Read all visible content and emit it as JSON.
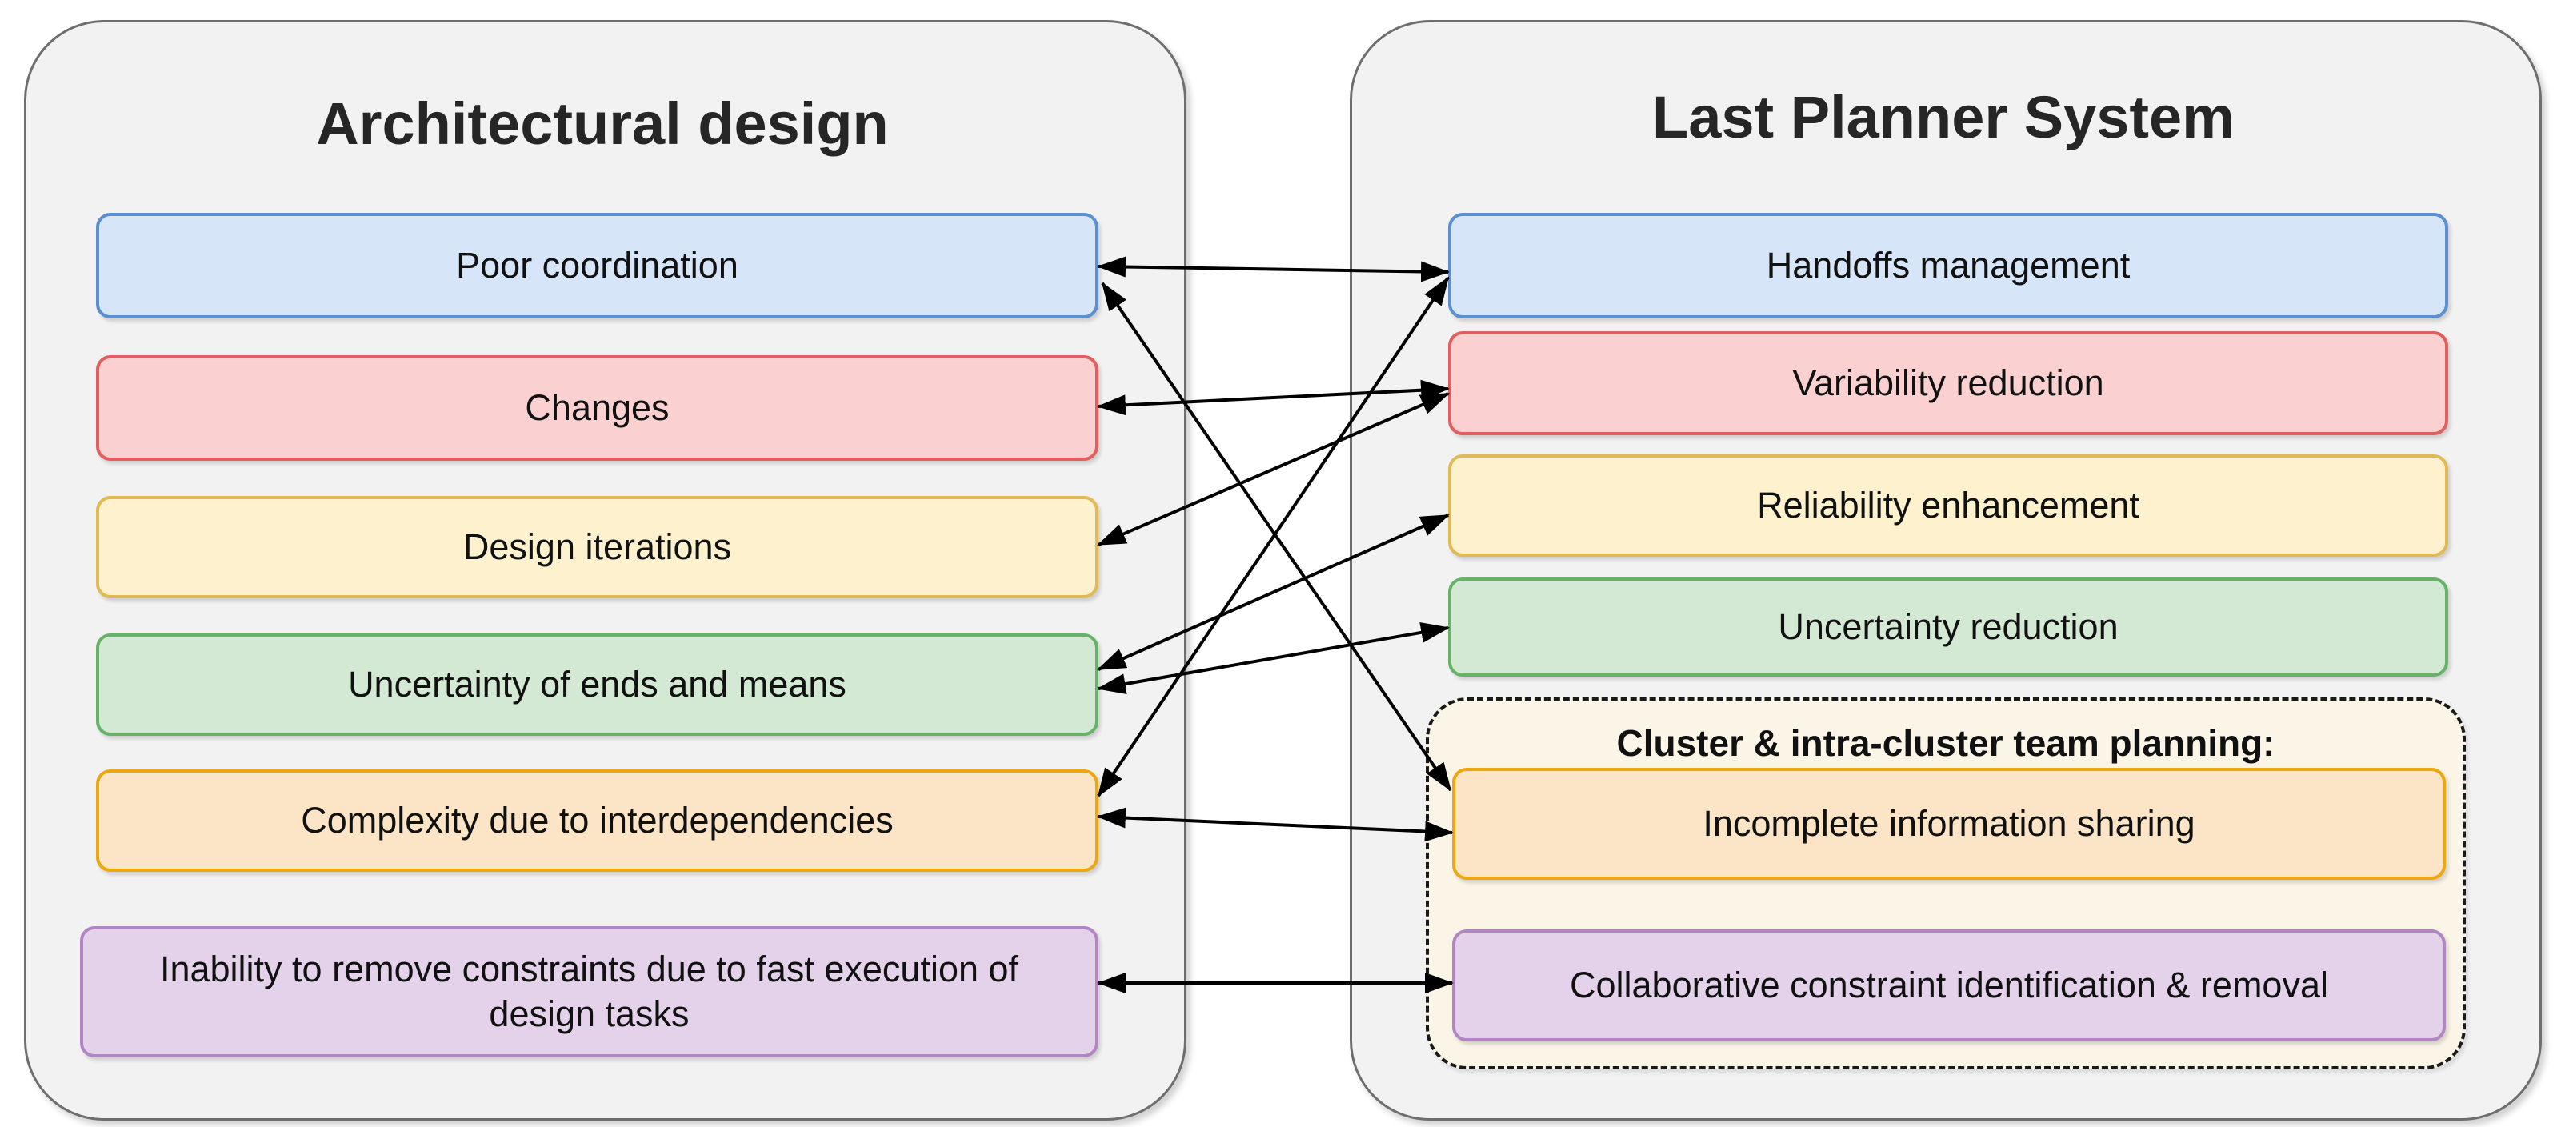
{
  "figure": {
    "left_panel": {
      "title": "Architectural design",
      "boxes": [
        {
          "id": "poor_coordination",
          "label": "Poor coordination",
          "color": "blue"
        },
        {
          "id": "changes",
          "label": "Changes",
          "color": "red"
        },
        {
          "id": "design_iterations",
          "label": "Design iterations",
          "color": "yellow"
        },
        {
          "id": "uncertainty_ends_means",
          "label": "Uncertainty of ends and means",
          "color": "green"
        },
        {
          "id": "complexity",
          "label": "Complexity due to interdependencies",
          "color": "orange"
        },
        {
          "id": "inability",
          "label": "Inability to remove constraints due to fast execution of design tasks",
          "color": "purple"
        }
      ]
    },
    "right_panel": {
      "title": "Last Planner System",
      "boxes": [
        {
          "id": "handoffs",
          "label": "Handoffs management",
          "color": "blue"
        },
        {
          "id": "variability",
          "label": "Variability reduction",
          "color": "red"
        },
        {
          "id": "reliability",
          "label": "Reliability enhancement",
          "color": "yellow"
        },
        {
          "id": "uncertainty_reduction",
          "label": "Uncertainty reduction",
          "color": "green"
        }
      ],
      "cluster": {
        "title": "Cluster & intra-cluster team planning:",
        "boxes": [
          {
            "id": "incomplete",
            "label": "Incomplete information sharing",
            "color": "orange"
          },
          {
            "id": "collaborative",
            "label": "Collaborative constraint identification & removal",
            "color": "purple"
          }
        ]
      }
    },
    "connections": [
      {
        "from": "poor_coordination",
        "to": "handoffs",
        "bidirectional": true
      },
      {
        "from": "poor_coordination",
        "to": "incomplete",
        "bidirectional": true
      },
      {
        "from": "changes",
        "to": "variability",
        "bidirectional": true
      },
      {
        "from": "design_iterations",
        "to": "variability",
        "bidirectional": true
      },
      {
        "from": "uncertainty_ends_means",
        "to": "reliability",
        "bidirectional": true
      },
      {
        "from": "uncertainty_ends_means",
        "to": "uncertainty_reduction",
        "bidirectional": true
      },
      {
        "from": "complexity",
        "to": "handoffs",
        "bidirectional": true
      },
      {
        "from": "complexity",
        "to": "incomplete",
        "bidirectional": true
      },
      {
        "from": "inability",
        "to": "collaborative",
        "bidirectional": true
      }
    ],
    "colors": {
      "blue_fill": "#d6e6f8",
      "blue_border": "#5b8fd0",
      "red_fill": "#fad1d0",
      "red_border": "#e05f5f",
      "yellow_fill": "#fdf2cd",
      "yellow_border": "#e2ba55",
      "green_fill": "#d3e9d3",
      "green_border": "#66b266",
      "orange_fill": "#fce5c7",
      "orange_border": "#eca712",
      "purple_fill": "#e3d2ea",
      "purple_border": "#b286c2",
      "panel_fill": "#f2f2f2",
      "panel_border": "#6e6e6e",
      "cluster_fill": "#faf5e7",
      "cluster_border": "#1a1a1a",
      "arrow": "#000000",
      "text": "#111111"
    }
  }
}
